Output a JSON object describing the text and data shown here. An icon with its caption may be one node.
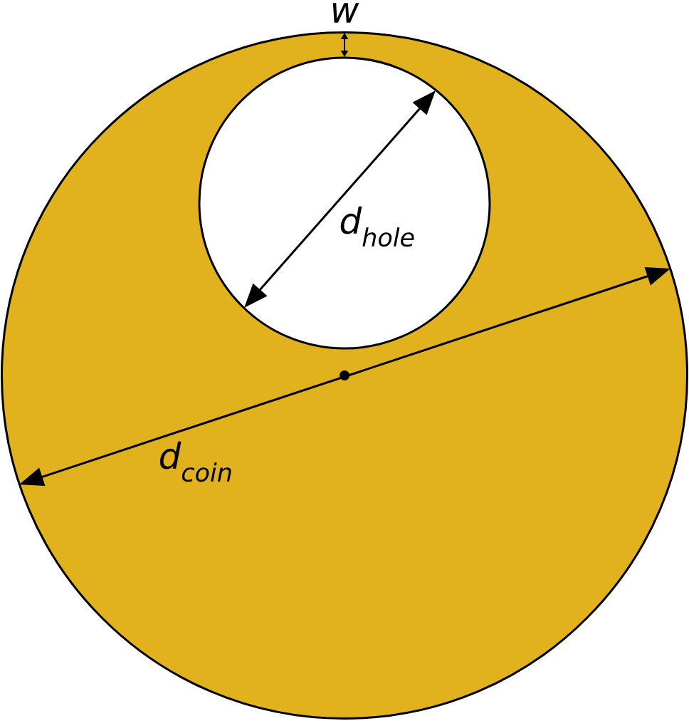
{
  "diagram": {
    "labels": [
      "w",
      "d$_{hole}$",
      "d$_{coin}$"
    ]
  }
}
